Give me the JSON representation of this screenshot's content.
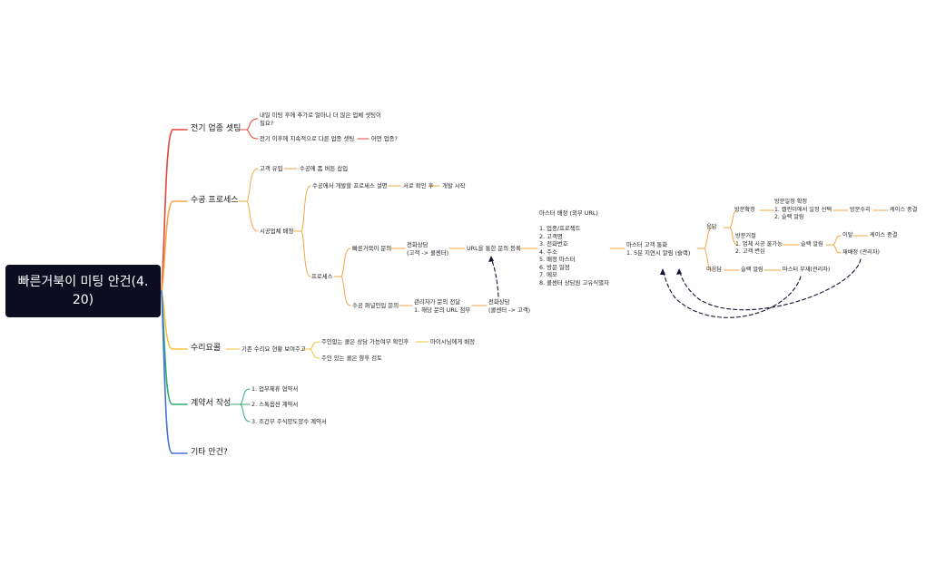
{
  "root": {
    "title": "빠른거북이 미팅 안건(4. 20)"
  },
  "colors": {
    "red": "#e0463b",
    "orange": "#f2a744",
    "yellow": "#f3c440",
    "green": "#2cae72",
    "blue": "#4a6fd6",
    "dashed": "#141432"
  },
  "branches": {
    "b1": {
      "label": "전기 업종 셋팅",
      "c1": "내일 미팅 후에 추가로 얼마나 더 많은 업체 셋팅이\n필요?",
      "c2": "전기 이후에 지속적으로 다른 업종 셋팅",
      "c2a": "어떤 업종?"
    },
    "b2": {
      "label": "수공 프로세스",
      "customer": "고객 유입",
      "customer_sub": "수공에 폼 버튼 삽입",
      "partner": "시공업체 배정",
      "explain": "수공에서 개발할 프로세스 설명",
      "confirm": "서로 확인 후",
      "dev": "개발 시작",
      "process": "프로세스",
      "fast": "빠른거북이 문의",
      "consult": "전화상담\n(고객 -> 콜센터)",
      "url": "URL을 통한 문의 등록",
      "master_list": "마스터 배정 (외부 URL)\n\n1. 업종/프로젝트\n2. 고객명\n3. 전화번호\n4. 주소\n5. 배정 마스터\n6. 방문 일정\n7. 메모\n8. 콜센터 상담원 고유식별자",
      "master_call": "마스터 고객 통화\n1. 5분 지연시 알림 (슬랙)",
      "answer": "응답",
      "no_answer": "미응답",
      "slack1": "슬랙 알림",
      "master_absent": "마스터 부재(관리자)",
      "visit_confirm": "방문확정",
      "visit_schedule": "방문일정 확정\n1. 캘린더에서 일정 선택\n2. 슬랙 알림",
      "visit_repair": "방문수리",
      "case_close1": "케이스 종결",
      "visit_reject": "방문거절\n1. 업체 시공 불가능\n2. 고객 변심",
      "slack2": "슬랙 알림",
      "leave": "이탈",
      "case_close2": "케이스 종결",
      "reassign": "재배정 (관리자)",
      "sugong_inbound": "수공 퍼널인입 문의",
      "admin_forward": "관리자가 문의 전달\n1. 해당 문의 URL 첨부",
      "consult2": "전화상담\n(콜센터 -> 고객)"
    },
    "b3": {
      "label": "수리요콜",
      "sub": "기존 수리요 현황 보여주고",
      "free": "주인없는 콜은 상담 가능여부 확인후",
      "assign": "마이시님에게 배정",
      "owned": "주인 있는 콜은 향후 검토"
    },
    "b4": {
      "label": "계약서 작성",
      "c1": "1. 업무제휴 협약서",
      "c2": "2. 스톡옵션 계약서",
      "c3": "3. 조건부 주식양도양수 계약서"
    },
    "b5": {
      "label": "기타 안건?"
    }
  }
}
